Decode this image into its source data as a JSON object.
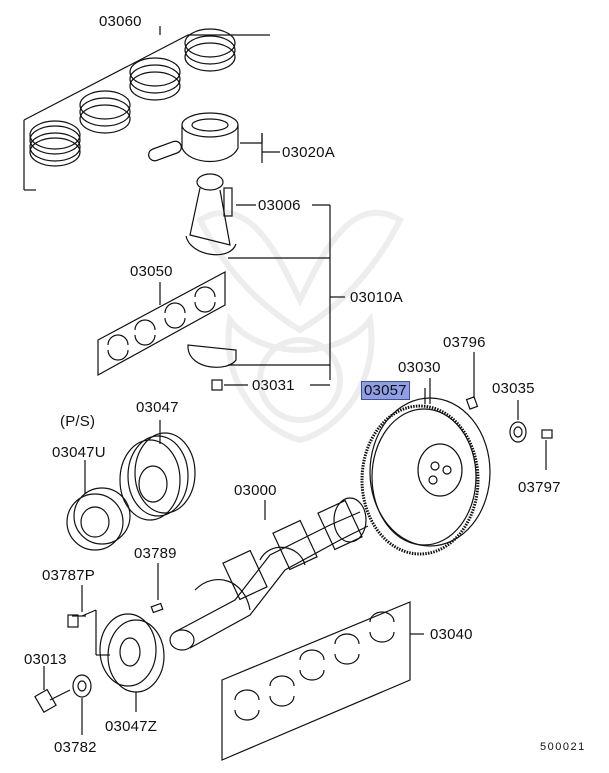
{
  "diagram": {
    "labels": {
      "p03060": "03060",
      "p03020A": "03020A",
      "p03006": "03006",
      "p03050": "03050",
      "p03010A": "03010A",
      "p03031": "03031",
      "p03796": "03796",
      "p03030": "03030",
      "p03057": "03057",
      "p03035": "03035",
      "p03797": "03797",
      "ps": "(P/S)",
      "p03047": "03047",
      "p03047U": "03047U",
      "p03000": "03000",
      "p03789": "03789",
      "p03787P": "03787P",
      "p03040": "03040",
      "p03013": "03013",
      "p03047Z": "03047Z",
      "p03782": "03782",
      "figure_no": "500021"
    },
    "highlighted_part": "03057",
    "highlight_color": "#8f9fe3",
    "line_color": "#111111"
  }
}
